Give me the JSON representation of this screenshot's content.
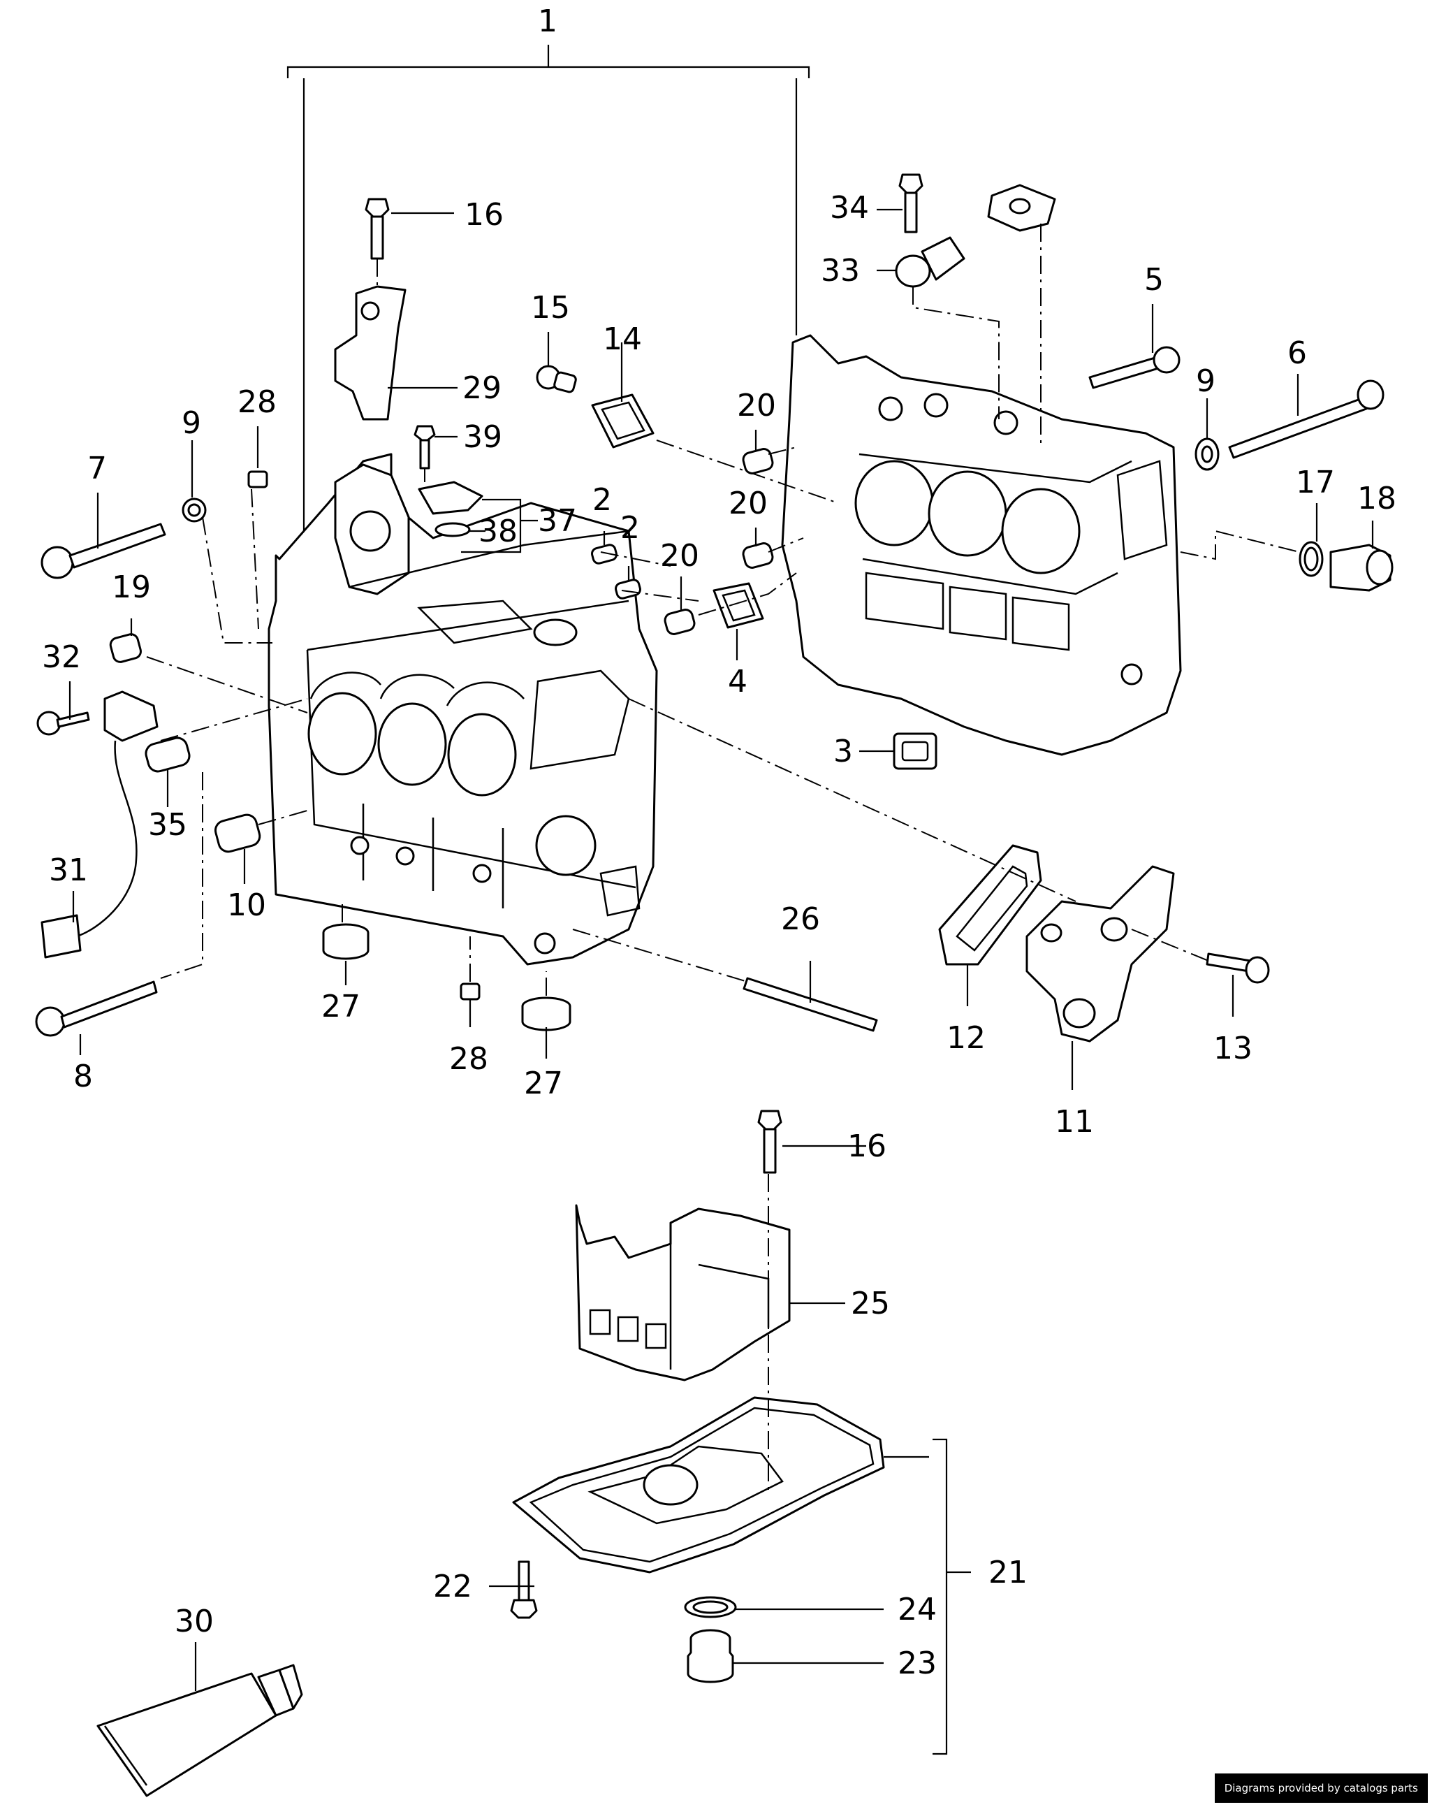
{
  "callouts": [
    {
      "id": "c1",
      "text": "1"
    },
    {
      "id": "c2a",
      "text": "2"
    },
    {
      "id": "c2b",
      "text": "2"
    },
    {
      "id": "c3",
      "text": "3"
    },
    {
      "id": "c4",
      "text": "4"
    },
    {
      "id": "c5",
      "text": "5"
    },
    {
      "id": "c6",
      "text": "6"
    },
    {
      "id": "c7",
      "text": "7"
    },
    {
      "id": "c8",
      "text": "8"
    },
    {
      "id": "c9a",
      "text": "9"
    },
    {
      "id": "c9b",
      "text": "9"
    },
    {
      "id": "c10",
      "text": "10"
    },
    {
      "id": "c11",
      "text": "11"
    },
    {
      "id": "c12",
      "text": "12"
    },
    {
      "id": "c13",
      "text": "13"
    },
    {
      "id": "c14",
      "text": "14"
    },
    {
      "id": "c15",
      "text": "15"
    },
    {
      "id": "c16a",
      "text": "16"
    },
    {
      "id": "c16b",
      "text": "16"
    },
    {
      "id": "c17",
      "text": "17"
    },
    {
      "id": "c18",
      "text": "18"
    },
    {
      "id": "c19",
      "text": "19"
    },
    {
      "id": "c20a",
      "text": "20"
    },
    {
      "id": "c20b",
      "text": "20"
    },
    {
      "id": "c20c",
      "text": "20"
    },
    {
      "id": "c21",
      "text": "21"
    },
    {
      "id": "c22",
      "text": "22"
    },
    {
      "id": "c23",
      "text": "23"
    },
    {
      "id": "c24",
      "text": "24"
    },
    {
      "id": "c25",
      "text": "25"
    },
    {
      "id": "c26",
      "text": "26"
    },
    {
      "id": "c27a",
      "text": "27"
    },
    {
      "id": "c27b",
      "text": "27"
    },
    {
      "id": "c28a",
      "text": "28"
    },
    {
      "id": "c28b",
      "text": "28"
    },
    {
      "id": "c29",
      "text": "29"
    },
    {
      "id": "c30",
      "text": "30"
    },
    {
      "id": "c31",
      "text": "31"
    },
    {
      "id": "c32",
      "text": "32"
    },
    {
      "id": "c33",
      "text": "33"
    },
    {
      "id": "c34",
      "text": "34"
    },
    {
      "id": "c35",
      "text": "35"
    },
    {
      "id": "c37",
      "text": "37"
    },
    {
      "id": "c38",
      "text": "38"
    },
    {
      "id": "c39",
      "text": "39"
    }
  ],
  "credit": "Diagrams provided by catalogs parts"
}
